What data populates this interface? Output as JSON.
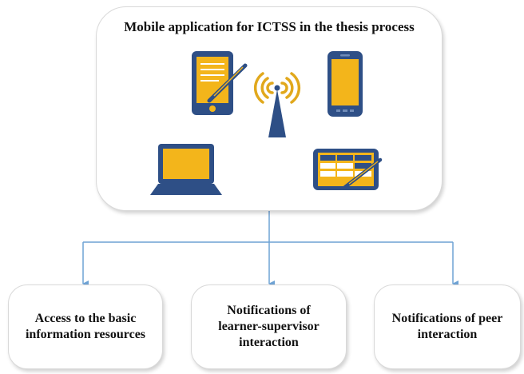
{
  "diagram": {
    "title": "Mobile application for ICTSS in the thesis process",
    "children": [
      {
        "label": "Access to the basic\ninformation resources"
      },
      {
        "label": "Notifications of\nlearner-supervisor\ninteraction"
      },
      {
        "label": "Notifications of peer\ninteraction"
      }
    ],
    "icons": [
      "tablet-with-stylus-icon",
      "wireless-antenna-icon",
      "smartphone-icon",
      "laptop-icon",
      "tablet-spreadsheet-icon"
    ],
    "colors": {
      "device_navy": "#2e4f86",
      "screen_gold": "#f3b51b",
      "antenna_gold": "#e1a81c",
      "connector_blue": "#6ea2d4",
      "box_border": "#d9d9d9"
    }
  }
}
